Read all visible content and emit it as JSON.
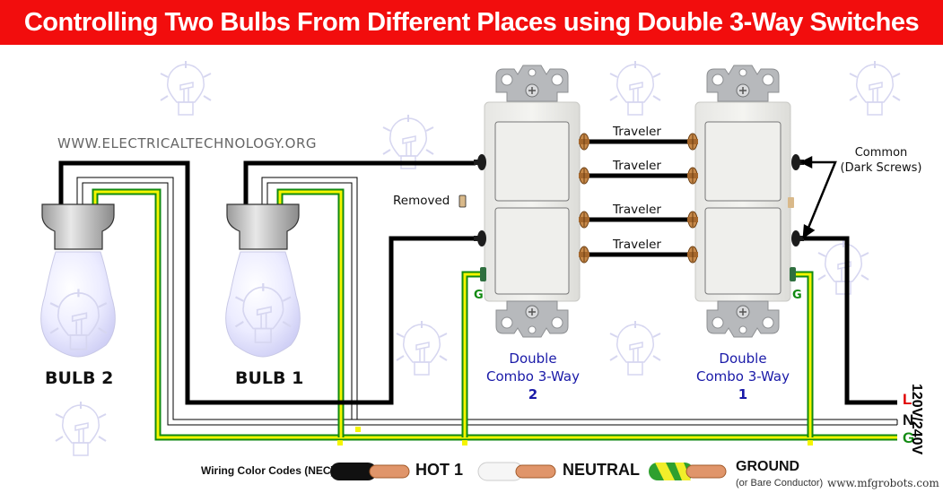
{
  "title": "Controlling Two Bulbs From Different Places using Double 3-Way Switches",
  "watermark_top": "WWW.ELECTRICALTECHNOLOGY.ORG",
  "watermark_bottom": "www.mfgrobots.com",
  "bulbs": [
    {
      "label": "BULB 2"
    },
    {
      "label": "BULB 1"
    }
  ],
  "switches": [
    {
      "line1": "Double",
      "line2": "Combo 3-Way",
      "number": "2",
      "ground_label": "G"
    },
    {
      "line1": "Double",
      "line2": "Combo 3-Way",
      "number": "1",
      "ground_label": "G"
    }
  ],
  "travelers": [
    "Traveler",
    "Traveler",
    "Traveler",
    "Traveler"
  ],
  "annotations": {
    "removed": "Removed",
    "common_line1": "Common",
    "common_line2": "(Dark Screws)"
  },
  "supply": {
    "L": "L",
    "N": "N",
    "G": "G",
    "voltage": "120V/240V",
    "colors": {
      "L": "#e00000",
      "N": "#111111",
      "G": "#118a11"
    }
  },
  "legend": {
    "heading": "Wiring Color Codes (NEC)",
    "hot": "HOT 1",
    "neutral": "NEUTRAL",
    "ground": "GROUND",
    "ground_note": "(or Bare Conductor)"
  },
  "colors": {
    "title_bg": "#f20d0d",
    "hot_wire": "#000000",
    "ground_green": "#118a11",
    "ground_yellow": "#f5f500",
    "switch_label": "#1a1aa8",
    "brass_screw": "#b87a3a"
  }
}
